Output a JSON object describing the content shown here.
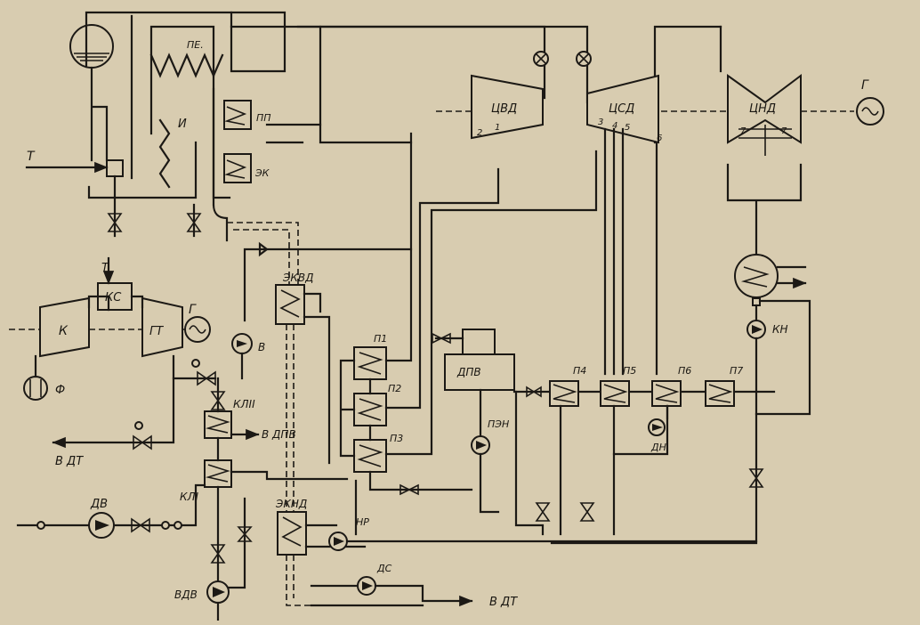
{
  "labels": {
    "pe": "ПЕ.",
    "pp": "ПП",
    "ek": "ЭК",
    "i": "И",
    "t_top": "Т",
    "t_ks": "Т",
    "ks": "КС",
    "k": "К",
    "gt": "ГТ",
    "g_gt": "Г",
    "f": "Ф",
    "v_dt_left": "В ДТ",
    "kl2": "КЛII",
    "v_dpv": "В ДПВ",
    "kl1": "КЛI",
    "dv": "ДВ",
    "vdv": "ВДВ",
    "ekvd": "ЭКВД",
    "v_pump": "В",
    "tsvd": "ЦВД",
    "tsvd_n1": "1",
    "tsvd_n2": "2",
    "tssd": "ЦСД",
    "tssd_n3": "3",
    "tssd_n4": "4",
    "tssd_n5": "5",
    "tssd_n6": "6",
    "tsnd": "ЦНД",
    "tsnd_n7a": "7",
    "tsnd_n7b": "7",
    "g_main": "Г",
    "kn": "КН",
    "p1": "П1",
    "p2": "П2",
    "p3": "П3",
    "dpv": "ДПВ",
    "pen": "ПЭН",
    "p4": "П4",
    "p5": "П5",
    "p6": "П6",
    "p7": "П7",
    "dn": "ДН",
    "eknd": "ЭКНД",
    "nr": "НР",
    "ds": "ДС",
    "v_dt_bottom": "В ДТ"
  }
}
